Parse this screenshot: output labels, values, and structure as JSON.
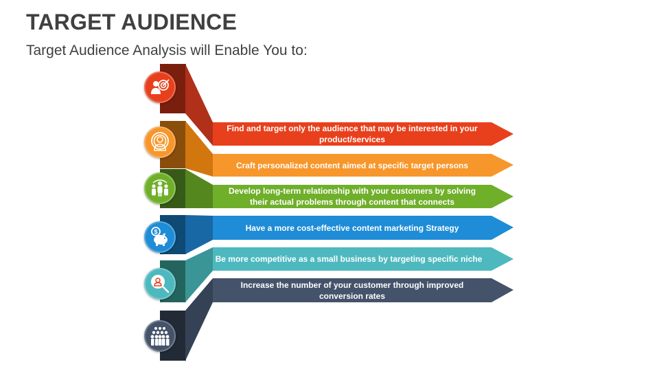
{
  "header": {
    "title": "TARGET AUDIENCE",
    "subtitle": "Target Audience Analysis will Enable You to:"
  },
  "items": [
    {
      "text": "Find and target only the audience that may be interested in your product/services",
      "icon": "target-person-icon",
      "color": "#E8401C",
      "dark": "#7A1F0E",
      "mid": "#B0301A"
    },
    {
      "text": "Craft personalized content aimed at specific target persons",
      "icon": "focused-person-icon",
      "color": "#F7962A",
      "dark": "#8A4E0C",
      "mid": "#D2760E"
    },
    {
      "text": "Develop long-term relationship with your customers by solving their actual problems through content that connects",
      "icon": "team-group-icon",
      "color": "#6FAF2A",
      "dark": "#375A18",
      "mid": "#55871F"
    },
    {
      "text": "Have a more cost-effective content marketing Strategy",
      "icon": "piggy-bank-dollar-icon",
      "color": "#1E8CD6",
      "dark": "#0F4A74",
      "mid": "#1868A6"
    },
    {
      "text": "Be more competitive as a small business by targeting  specific niche",
      "icon": "search-person-icon",
      "color": "#4DB9BF",
      "dark": "#24645F",
      "mid": "#3A9596"
    },
    {
      "text": "Increase the number of your customer through improved conversion rates",
      "icon": "crowd-icon",
      "color": "#44536A",
      "dark": "#222A36",
      "mid": "#354255"
    }
  ]
}
